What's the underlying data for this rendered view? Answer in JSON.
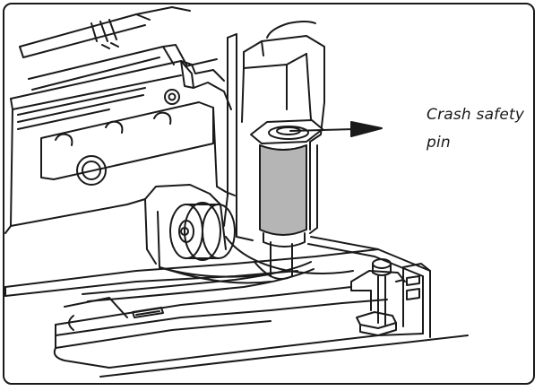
{
  "figure": {
    "callout": {
      "text": "Crash safety pin"
    },
    "colors": {
      "stroke": "#1a1a1a",
      "pin_fill": "#b5b5b5",
      "background": "#ffffff"
    },
    "parts": [
      "housing-frame",
      "crash-safety-pin",
      "roller-wheel",
      "base-plate",
      "clamp-bracket"
    ]
  }
}
